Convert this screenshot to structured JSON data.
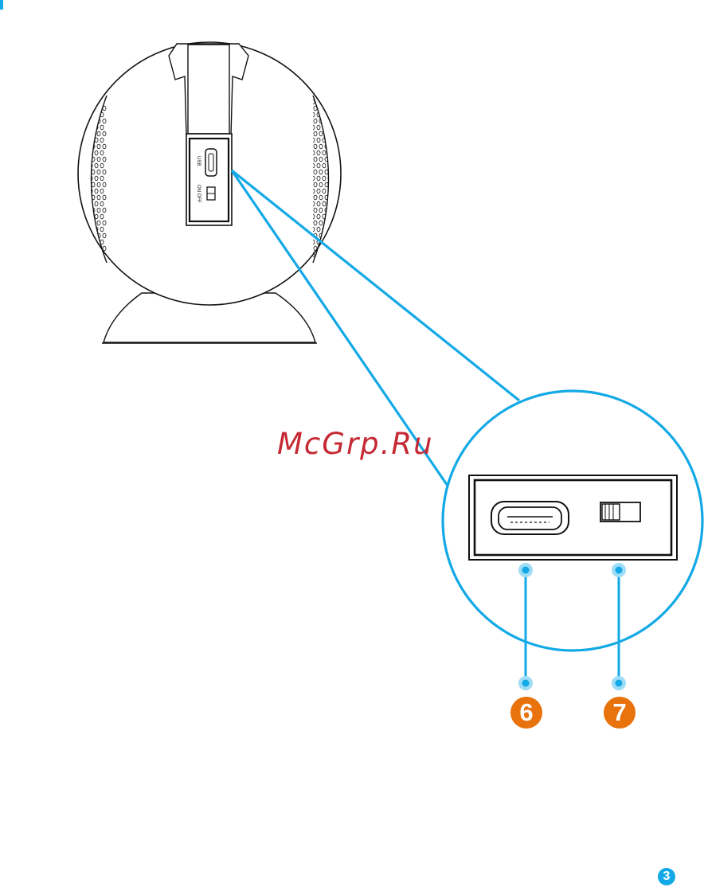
{
  "colors": {
    "accent_blue": "#12a9e6",
    "callout_orange": "#e8720c",
    "line_dark": "#111111",
    "watermark_red": "#c21f2a"
  },
  "device": {
    "port_label": "USB",
    "switch_label": "ON OFF"
  },
  "watermark": "McGrp.Ru",
  "callouts": [
    {
      "number": "6",
      "target": "micro-usb-port"
    },
    {
      "number": "7",
      "target": "power-switch"
    }
  ],
  "page": {
    "number": "3"
  }
}
